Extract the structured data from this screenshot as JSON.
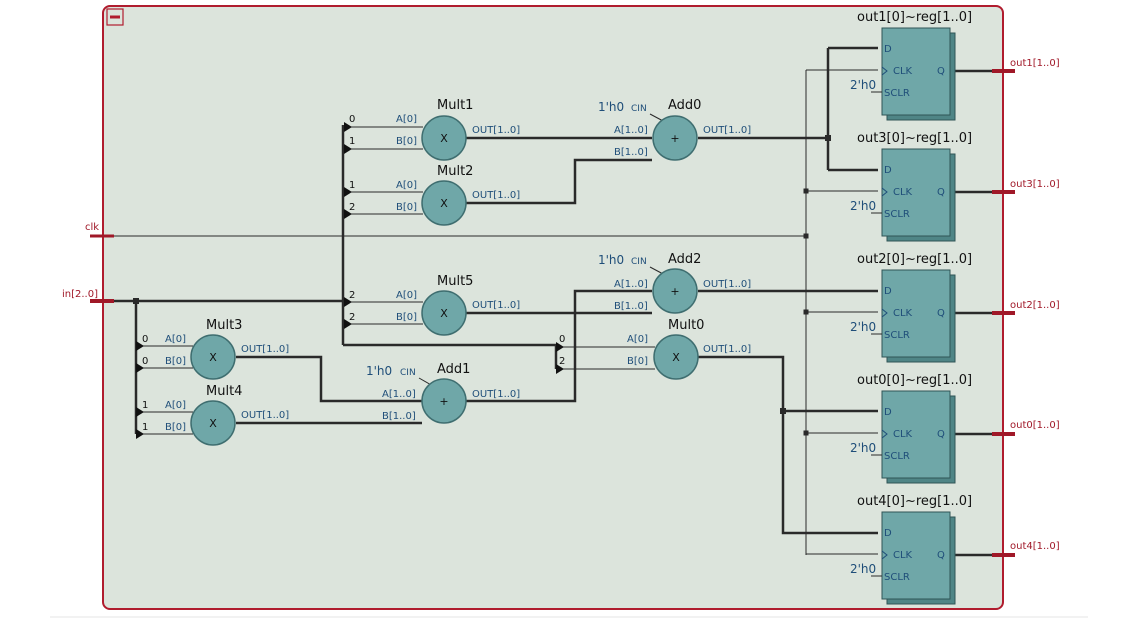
{
  "palette": {
    "frame_border": "#b01c2e",
    "frame_fill": "#dce4dc",
    "node_fill": "#6fa7a8",
    "node_stroke": "#3f6e70",
    "reg_fill": "#6fa7a8",
    "io_color": "#a01828",
    "port_color": "#1f4e79"
  },
  "icons": {
    "collapse": "minus-box-icon"
  },
  "inputs": [
    {
      "id": "clk",
      "label": "clk"
    },
    {
      "id": "in",
      "label": "in[2..0]"
    }
  ],
  "outputs": [
    {
      "id": "out1",
      "label": "out1[1..0]"
    },
    {
      "id": "out3",
      "label": "out3[1..0]"
    },
    {
      "id": "out2",
      "label": "out2[1..0]"
    },
    {
      "id": "out0",
      "label": "out0[1..0]"
    },
    {
      "id": "out4",
      "label": "out4[1..0]"
    }
  ],
  "multipliers": [
    {
      "id": "mult1",
      "name": "Mult1",
      "a_port": "A[0]",
      "b_port": "B[0]",
      "a_bit": "0",
      "b_bit": "1",
      "out_port": "OUT[1..0]",
      "symbol": "X"
    },
    {
      "id": "mult2",
      "name": "Mult2",
      "a_port": "A[0]",
      "b_port": "B[0]",
      "a_bit": "1",
      "b_bit": "2",
      "out_port": "OUT[1..0]",
      "symbol": "X"
    },
    {
      "id": "mult5",
      "name": "Mult5",
      "a_port": "A[0]",
      "b_port": "B[0]",
      "a_bit": "2",
      "b_bit": "2",
      "out_port": "OUT[1..0]",
      "symbol": "X"
    },
    {
      "id": "mult3",
      "name": "Mult3",
      "a_port": "A[0]",
      "b_port": "B[0]",
      "a_bit": "0",
      "b_bit": "0",
      "out_port": "OUT[1..0]",
      "symbol": "X"
    },
    {
      "id": "mult4",
      "name": "Mult4",
      "a_port": "A[0]",
      "b_port": "B[0]",
      "a_bit": "1",
      "b_bit": "1",
      "out_port": "OUT[1..0]",
      "symbol": "X"
    },
    {
      "id": "mult0",
      "name": "Mult0",
      "a_port": "A[0]",
      "b_port": "B[0]",
      "a_bit": "0",
      "b_bit": "2",
      "out_port": "OUT[1..0]",
      "symbol": "X"
    }
  ],
  "adders": [
    {
      "id": "add0",
      "name": "Add0",
      "a_port": "A[1..0]",
      "b_port": "B[1..0]",
      "out_port": "OUT[1..0]",
      "cin_value": "1'h0",
      "cin_label": "CIN",
      "symbol": "+"
    },
    {
      "id": "add2",
      "name": "Add2",
      "a_port": "A[1..0]",
      "b_port": "B[1..0]",
      "out_port": "OUT[1..0]",
      "cin_value": "1'h0",
      "cin_label": "CIN",
      "symbol": "+"
    },
    {
      "id": "add1",
      "name": "Add1",
      "a_port": "A[1..0]",
      "b_port": "B[1..0]",
      "out_port": "OUT[1..0]",
      "cin_value": "1'h0",
      "cin_label": "CIN",
      "symbol": "+"
    }
  ],
  "registers": [
    {
      "id": "reg1",
      "name": "out1[0]~reg[1..0]",
      "d_port": "D",
      "clk_port": "CLK",
      "sclr_port": "SCLR",
      "q_port": "Q",
      "sclr_value": "2'h0"
    },
    {
      "id": "reg3",
      "name": "out3[0]~reg[1..0]",
      "d_port": "D",
      "clk_port": "CLK",
      "sclr_port": "SCLR",
      "q_port": "Q",
      "sclr_value": "2'h0"
    },
    {
      "id": "reg2",
      "name": "out2[0]~reg[1..0]",
      "d_port": "D",
      "clk_port": "CLK",
      "sclr_port": "SCLR",
      "q_port": "Q",
      "sclr_value": "2'h0"
    },
    {
      "id": "reg0",
      "name": "out0[0]~reg[1..0]",
      "d_port": "D",
      "clk_port": "CLK",
      "sclr_port": "SCLR",
      "q_port": "Q",
      "sclr_value": "2'h0"
    },
    {
      "id": "reg4",
      "name": "out4[0]~reg[1..0]",
      "d_port": "D",
      "clk_port": "CLK",
      "sclr_port": "SCLR",
      "q_port": "Q",
      "sclr_value": "2'h0"
    }
  ]
}
